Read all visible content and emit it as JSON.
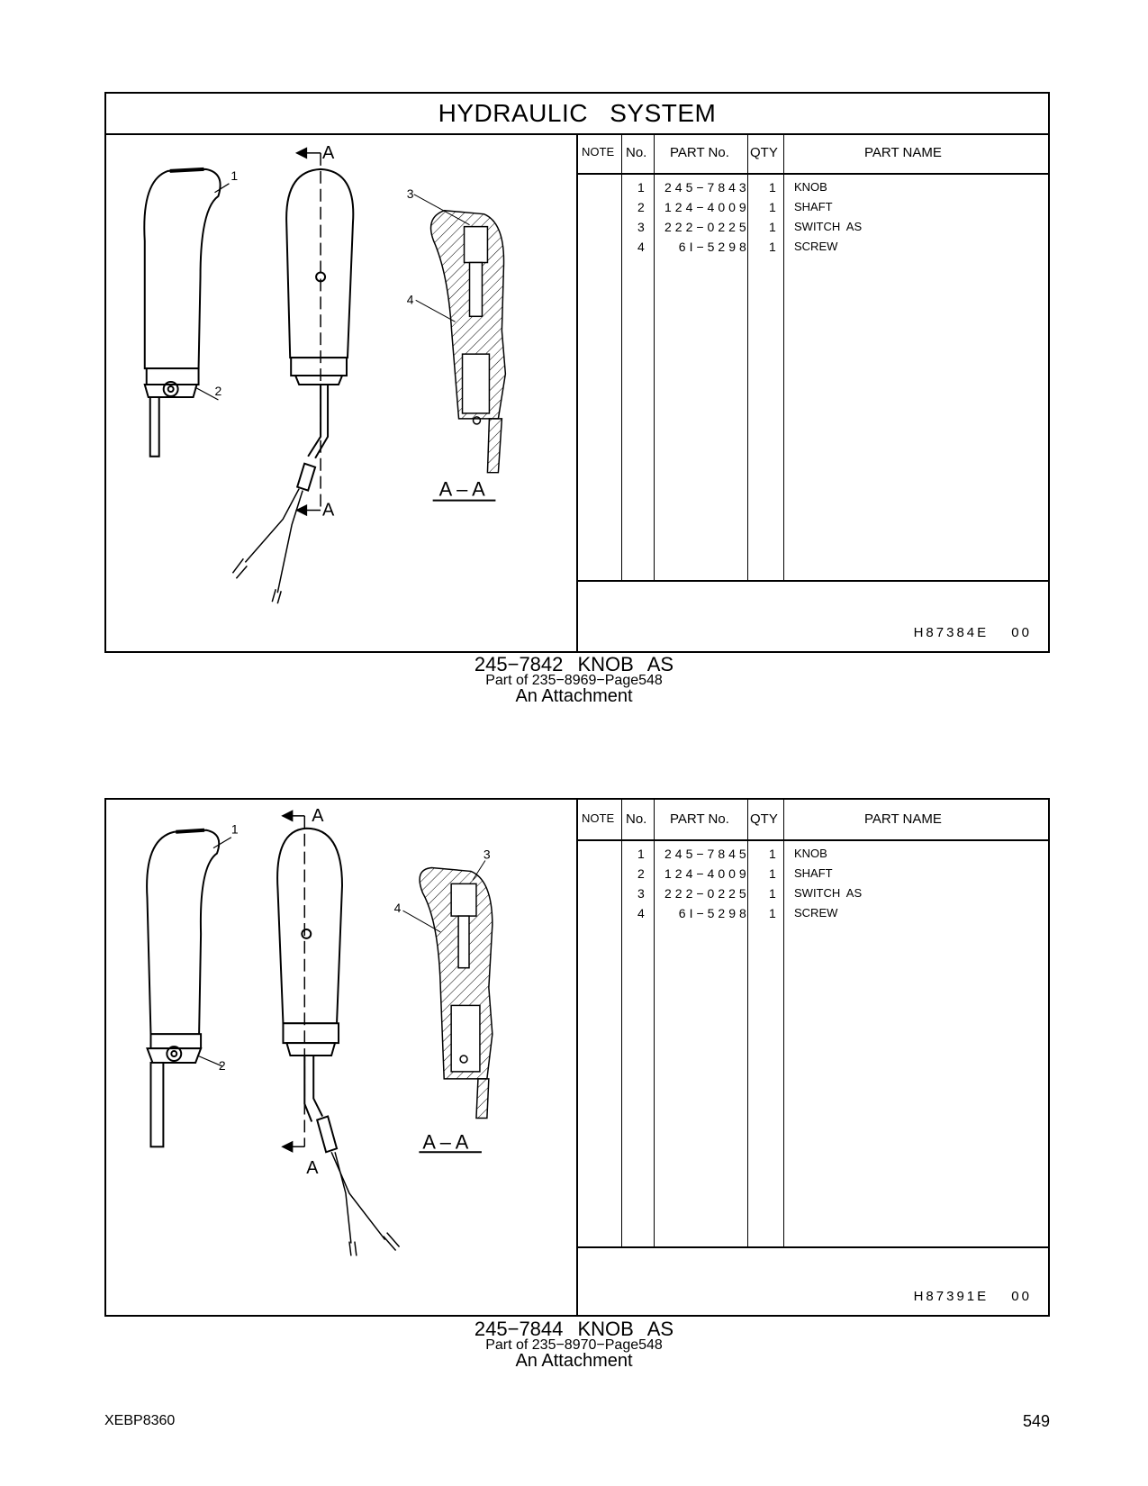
{
  "section_title": "HYDRAULIC   SYSTEM",
  "table_headers": {
    "note": "NOTE",
    "no": "No.",
    "part_no": "PART No.",
    "qty": "QTY",
    "part_name": "PART NAME"
  },
  "callouts": {
    "n1": "1",
    "n2": "2",
    "n3": "3",
    "n4": "4",
    "section_mark": "A",
    "section_label": "A – A"
  },
  "panels": [
    {
      "rows": [
        {
          "no": "1",
          "part_no": "245−7843",
          "qty": "1",
          "name": "KNOB"
        },
        {
          "no": "2",
          "part_no": "124−4009",
          "qty": "1",
          "name": "SHAFT"
        },
        {
          "no": "3",
          "part_no": "222−0225",
          "qty": "1",
          "name": "SWITCH  AS"
        },
        {
          "no": "4",
          "part_no": "  6I−5298",
          "qty": "1",
          "name": "SCREW"
        }
      ],
      "drawing_code": "H87384E   00",
      "caption_title": "245−7842  KNOB  AS",
      "caption_sub": "Part of 235−8969−Page548",
      "caption_att": "An Attachment"
    },
    {
      "rows": [
        {
          "no": "1",
          "part_no": "245−7845",
          "qty": "1",
          "name": "KNOB"
        },
        {
          "no": "2",
          "part_no": "124−4009",
          "qty": "1",
          "name": "SHAFT"
        },
        {
          "no": "3",
          "part_no": "222−0225",
          "qty": "1",
          "name": "SWITCH  AS"
        },
        {
          "no": "4",
          "part_no": "  6I−5298",
          "qty": "1",
          "name": "SCREW"
        }
      ],
      "drawing_code": "H87391E   00",
      "caption_title": "245−7844  KNOB  AS",
      "caption_sub": "Part of 235−8970−Page548",
      "caption_att": "An Attachment"
    }
  ],
  "footer": {
    "doc_id": "XEBP8360",
    "page_number": "549"
  }
}
